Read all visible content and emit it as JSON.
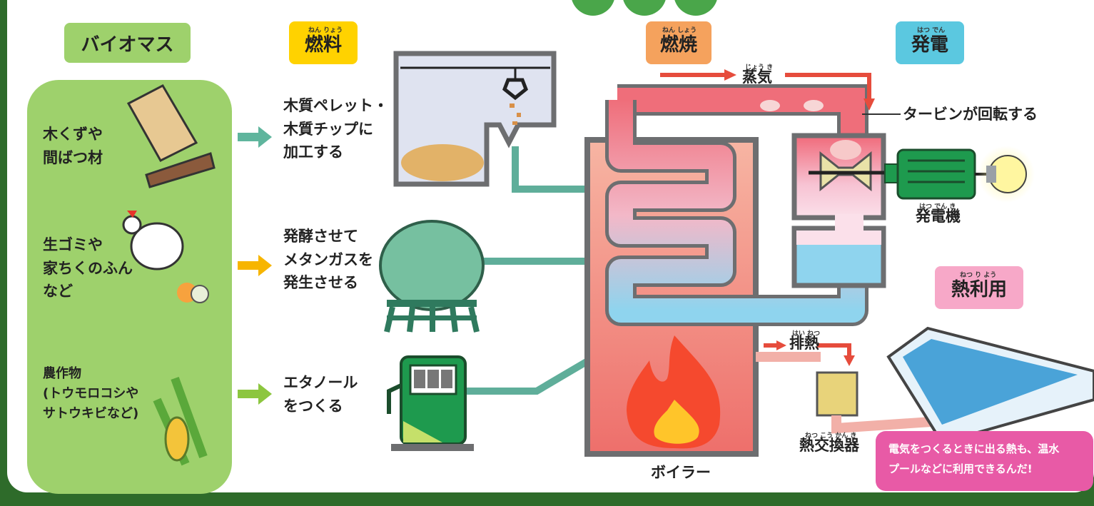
{
  "headers": {
    "biomass": "バイオマス",
    "fuel": "燃料",
    "combustion": "燃焼",
    "generation": "発電",
    "heat_use": "熱利用"
  },
  "ruby": {
    "fuel": "ねん りょう",
    "combustion": "ねん しょう",
    "generation": "はつ でん",
    "heat_use": "ねつ り よう",
    "steam": "じょう き",
    "exhaust": "はい ねつ",
    "generator": "はつ でん き",
    "heat_exchanger": "ねつ こう かん き"
  },
  "biomass_items": [
    {
      "text": "木くずや\n間ばつ材"
    },
    {
      "text": "生ゴミや\n家ちくのふん\nなど"
    },
    {
      "text": "農作物\n(トウモロコシや\nサトウキビなど)"
    }
  ],
  "fuel_items": [
    {
      "text": "木質ペレット・\n木質チップに\n加工する"
    },
    {
      "text": "発酵させて\nメタンガスを\n発生させる"
    },
    {
      "text": "エタノール\nをつくる"
    }
  ],
  "labels": {
    "steam": "蒸気",
    "turbine": "タービンが回転する",
    "generator": "発電機",
    "exhaust_heat": "排熱",
    "heat_exchanger": "熱交換器",
    "boiler": "ボイラー"
  },
  "callout": "電気をつくるときに出る熱も、温水\nプールなどに利用できるんだ!",
  "colors": {
    "biomass_tag": "#9ed16c",
    "fuel_tag": "#ffd200",
    "combustion_tag": "#f5a25d",
    "generation_tag": "#5bc8e0",
    "heat_tag": "#f7a8c8",
    "pipe": "#5fae9a",
    "arrow_red": "#e64c3c",
    "boiler": "#f5a89a"
  }
}
